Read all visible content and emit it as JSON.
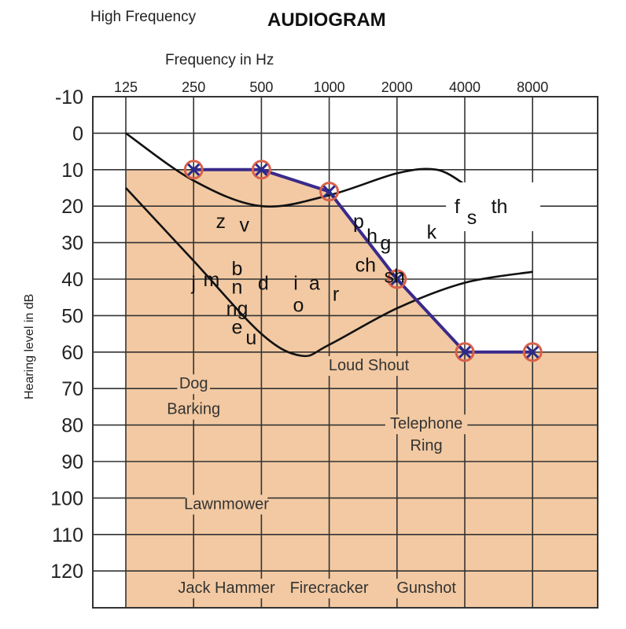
{
  "header": {
    "left_label": "High Frequency",
    "title": "AUDIOGRAM"
  },
  "chart_data": {
    "type": "line",
    "title": "AUDIOGRAM",
    "xlabel": "Frequency in Hz",
    "ylabel": "Hearing level in dB",
    "x_ticks": [
      "125",
      "250",
      "500",
      "1000",
      "2000",
      "4000",
      "8000"
    ],
    "y_ticks": [
      -10,
      0,
      10,
      20,
      30,
      40,
      50,
      60,
      70,
      80,
      90,
      100,
      110,
      120
    ],
    "ylim": [
      -10,
      130
    ],
    "grid": true,
    "y_inverted": true,
    "series": [
      {
        "x": [
          250,
          500,
          1000,
          2000,
          4000,
          8000
        ],
        "y": [
          10,
          10,
          16,
          40,
          60,
          60
        ]
      }
    ],
    "shaded_region": {
      "boundary_x": [
        125,
        250,
        500,
        1000,
        2000,
        4000,
        8000
      ],
      "boundary_y": [
        10,
        10,
        10,
        16,
        40,
        60,
        60
      ],
      "color": "#f2c9a2"
    },
    "speech_banana": {
      "upper_x": [
        125,
        250,
        500,
        1000,
        2000,
        3000,
        4000
      ],
      "upper_y": [
        0,
        13,
        20,
        17,
        11,
        10,
        14
      ],
      "lower_x": [
        125,
        250,
        500,
        750,
        1000,
        2000,
        4000,
        8000
      ],
      "lower_y": [
        15,
        35,
        55,
        61,
        58,
        48,
        41,
        38
      ]
    },
    "sound_labels": [
      {
        "text": "Loud Shout",
        "x": 1500,
        "y": 65
      },
      {
        "text": "Dog",
        "x": 250,
        "y": 70
      },
      {
        "text": "Barking",
        "x": 250,
        "y": 77
      },
      {
        "text": "Telephone",
        "x": 2700,
        "y": 81
      },
      {
        "text": "Ring",
        "x": 2700,
        "y": 87
      },
      {
        "text": "Lawnmower",
        "x": 350,
        "y": 103
      },
      {
        "text": "Jack Hammer",
        "x": 350,
        "y": 126
      },
      {
        "text": "Firecracker",
        "x": 1000,
        "y": 126
      },
      {
        "text": "Gunshot",
        "x": 2700,
        "y": 126
      }
    ],
    "speech_sounds": [
      {
        "text": "z",
        "x": 330,
        "y": 24
      },
      {
        "text": "v",
        "x": 420,
        "y": 25
      },
      {
        "text": "j",
        "x": 250,
        "y": 41
      },
      {
        "text": "m",
        "x": 300,
        "y": 40
      },
      {
        "text": "b",
        "x": 390,
        "y": 37
      },
      {
        "text": "n",
        "x": 390,
        "y": 42
      },
      {
        "text": "d",
        "x": 510,
        "y": 41
      },
      {
        "text": "i",
        "x": 710,
        "y": 41
      },
      {
        "text": "a",
        "x": 860,
        "y": 41
      },
      {
        "text": "r",
        "x": 1070,
        "y": 44
      },
      {
        "text": "o",
        "x": 730,
        "y": 47
      },
      {
        "text": "ng",
        "x": 390,
        "y": 48
      },
      {
        "text": "e",
        "x": 390,
        "y": 53
      },
      {
        "text": "u",
        "x": 450,
        "y": 56
      },
      {
        "text": "p",
        "x": 1350,
        "y": 24
      },
      {
        "text": "h",
        "x": 1550,
        "y": 28
      },
      {
        "text": "g",
        "x": 1780,
        "y": 30
      },
      {
        "text": "ch",
        "x": 1450,
        "y": 36
      },
      {
        "text": "sh",
        "x": 1950,
        "y": 39
      },
      {
        "text": "k",
        "x": 2850,
        "y": 27
      },
      {
        "text": "f",
        "x": 3700,
        "y": 20
      },
      {
        "text": "s",
        "x": 4300,
        "y": 23
      },
      {
        "text": "th",
        "x": 5700,
        "y": 20
      }
    ],
    "colors": {
      "shading": "#f2c9a2",
      "grid": "#333333",
      "line": "#3a2a8a",
      "marker_circle": "#d9604a",
      "marker_x": "#2a2a8a",
      "banana": "#111111"
    }
  }
}
